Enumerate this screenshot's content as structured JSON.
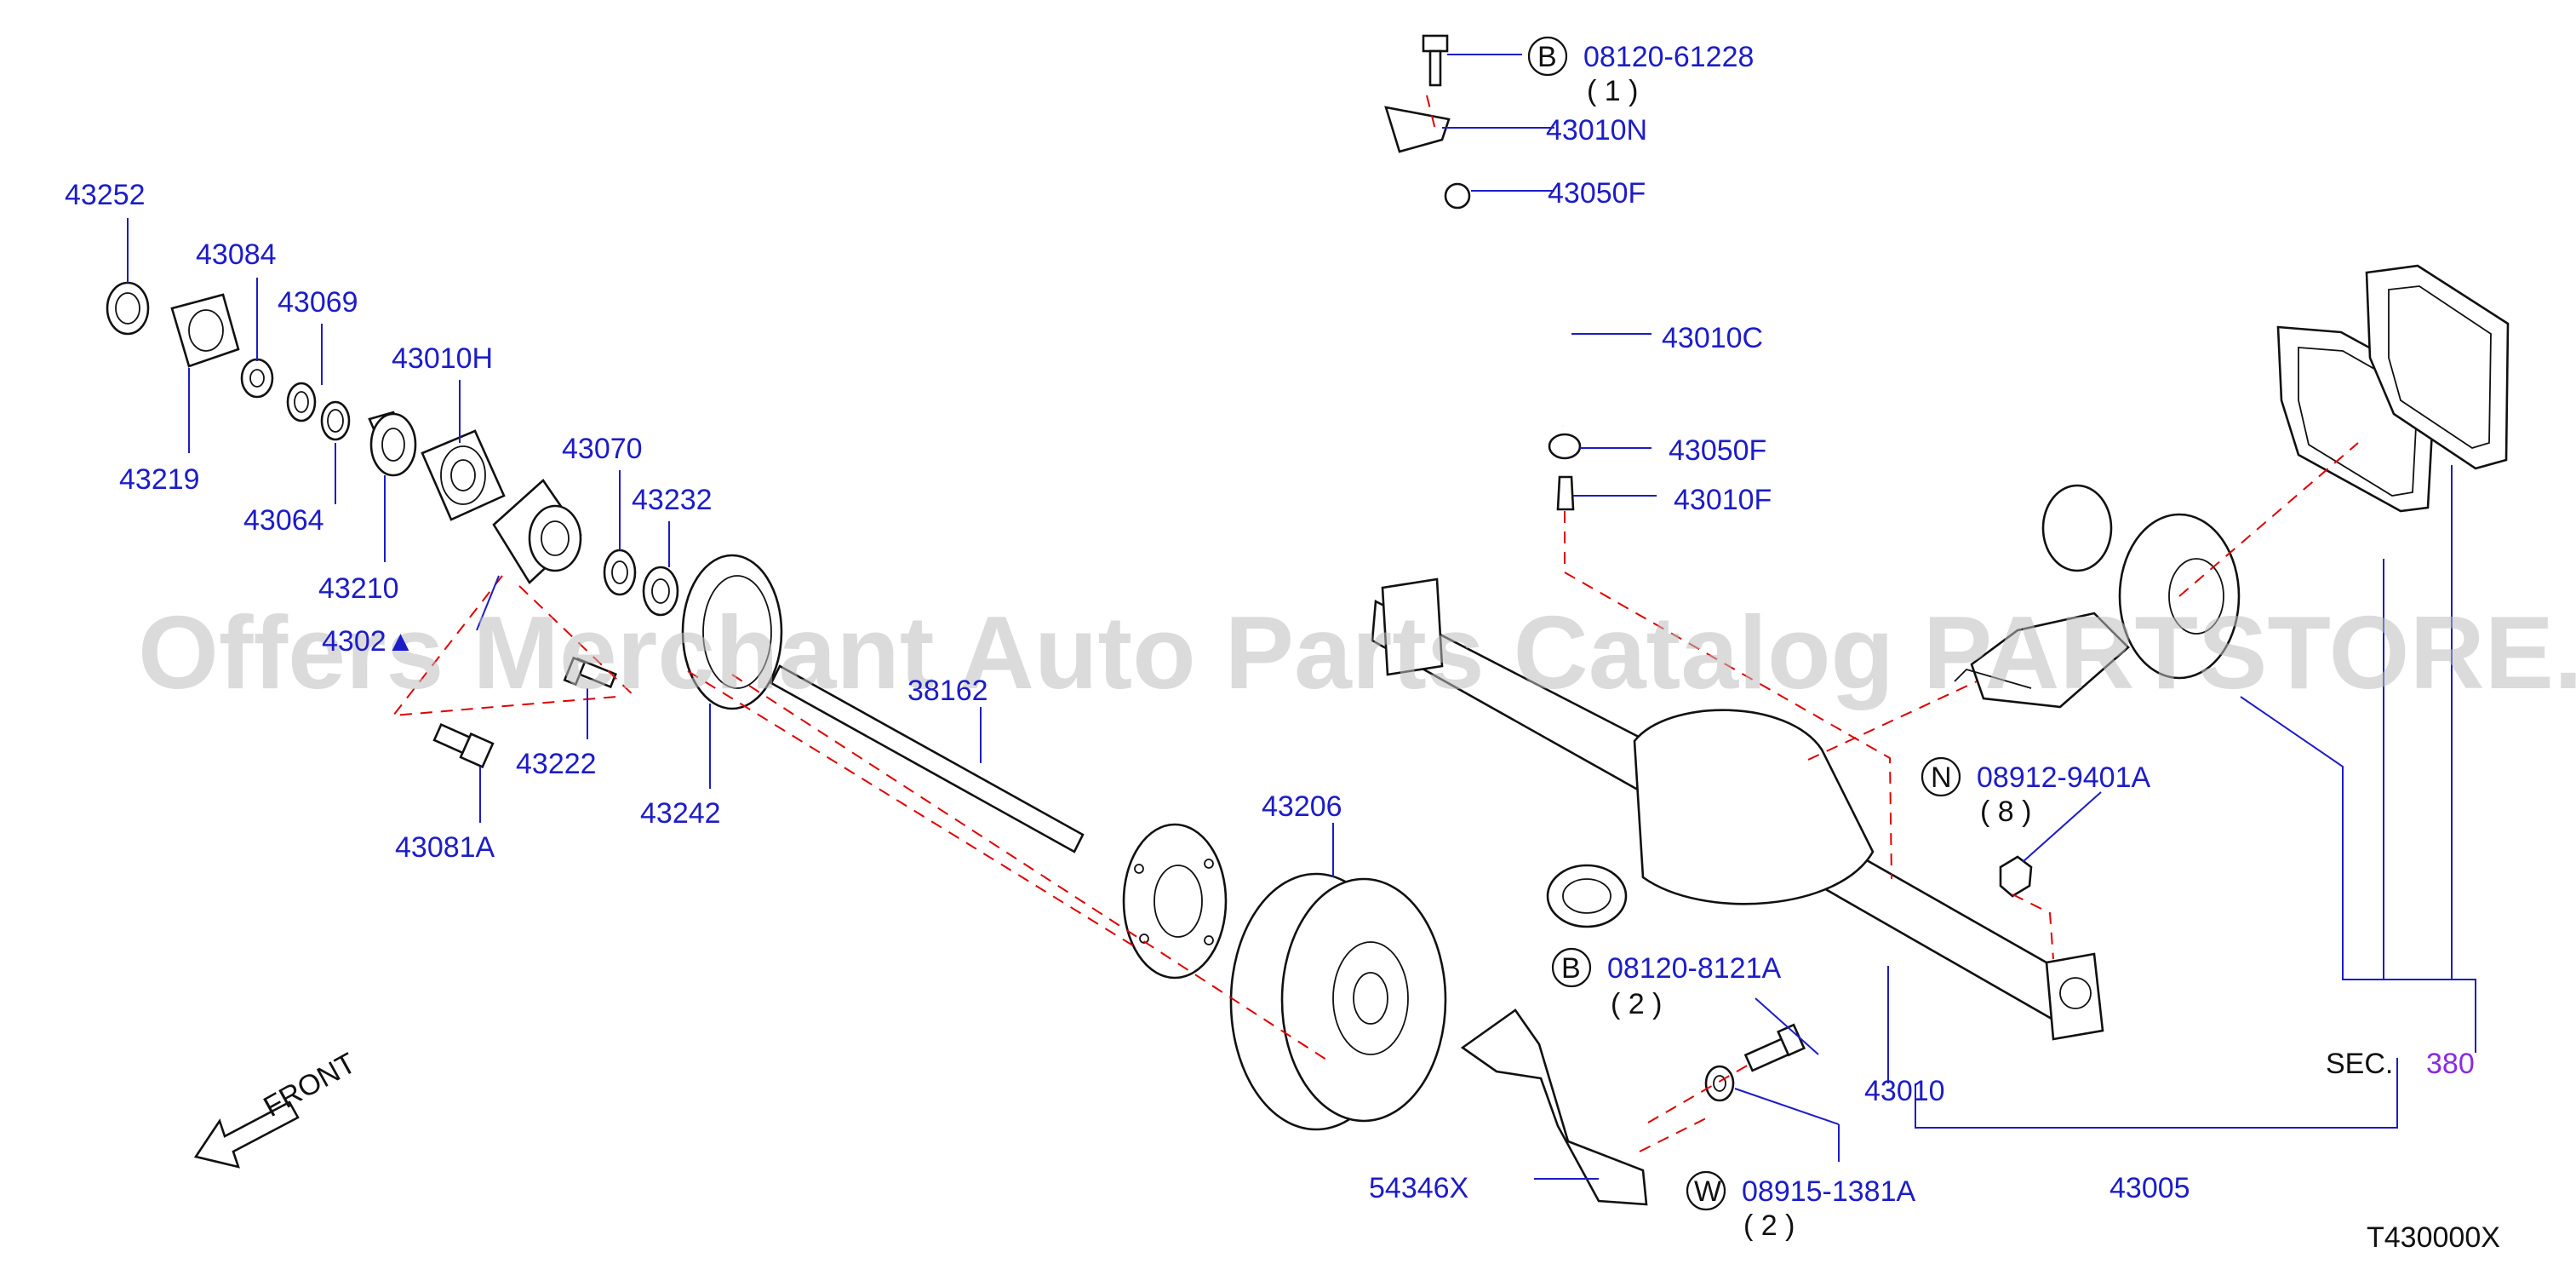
{
  "watermark": "Offers Merchant Auto Parts Catalog PARTSTORE.SA",
  "diagram_code": "T430000X",
  "front_label": "FRONT",
  "sec": {
    "label": "SEC.",
    "ref": "380"
  },
  "callouts": {
    "c43252": "43252",
    "c43084": "43084",
    "c43069": "43069",
    "c43219": "43219",
    "c43064": "43064",
    "c43010H": "43010H",
    "c43210": "43210",
    "c43070": "43070",
    "c43232": "43232",
    "c43022": "4302▲",
    "c43222": "43222",
    "c43081A": "43081A",
    "c43242": "43242",
    "c38162": "38162",
    "c43206": "43206",
    "c43010N": "43010N",
    "c43050F_top": "43050F",
    "c43010C": "43010C",
    "c43050F_bottom": "43050F",
    "c43010F": "43010F",
    "c43010": "43010",
    "c43005": "43005",
    "c54346X": "54346X"
  },
  "standard_parts": [
    {
      "letter": "B",
      "number": "08120-61228",
      "qty": "( 1 )"
    },
    {
      "letter": "N",
      "number": "08912-9401A",
      "qty": "( 8 )"
    },
    {
      "letter": "B",
      "number": "08120-8121A",
      "qty": "( 2 )"
    },
    {
      "letter": "W",
      "number": "08915-1381A",
      "qty": "( 2 )"
    }
  ]
}
